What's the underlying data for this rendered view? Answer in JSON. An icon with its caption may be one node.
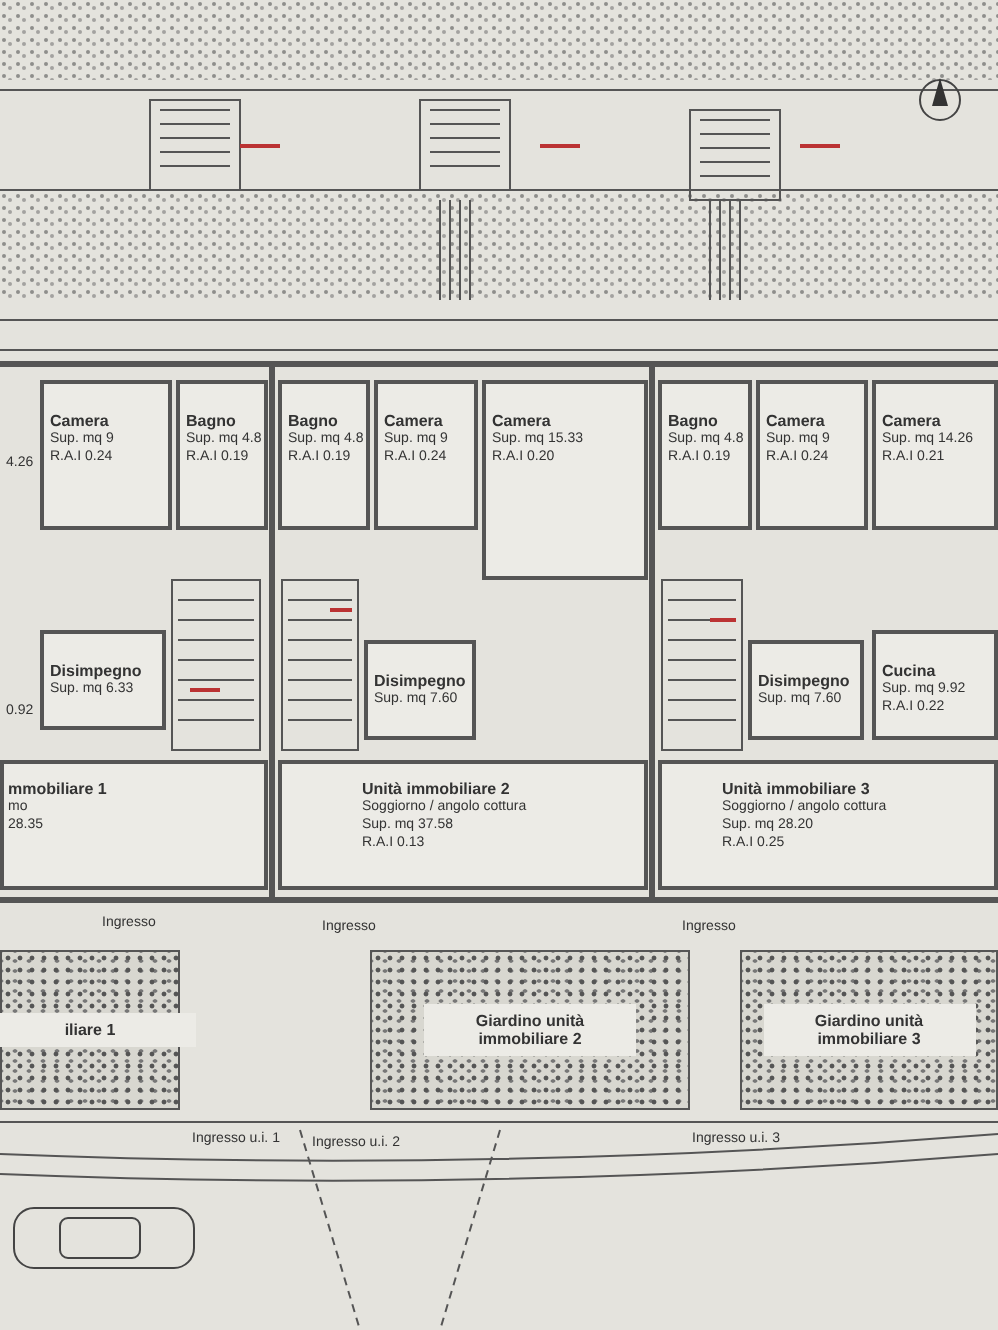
{
  "diagram": {
    "nodes": [
      {
        "text": [
          "Camera",
          "Sup. mq 9",
          "R.A.I 0.24"
        ]
      },
      {
        "text": [
          "Bagno",
          "Sup. mq 4.8",
          "R.A.I 0.19"
        ]
      },
      {
        "text": [
          "Bagno",
          "Sup. mq 4.8",
          "R.A.I 0.19"
        ]
      },
      {
        "text": [
          "Camera",
          "Sup. mq 9",
          "R.A.I 0.24"
        ]
      },
      {
        "text": [
          "Camera",
          "Sup. mq 15.33",
          "R.A.I 0.20"
        ]
      },
      {
        "text": [
          "Bagno",
          "Sup. mq 4.8",
          "R.A.I 0.19"
        ]
      },
      {
        "text": [
          "Camera",
          "Sup. mq 9",
          "R.A.I 0.24"
        ]
      },
      {
        "text": [
          "Camera",
          "Sup. mq 14.26",
          "R.A.I 0.21"
        ]
      },
      {
        "text": [
          "Disimpegno",
          "Sup. mq 6.33"
        ]
      },
      {
        "text": [
          "Disimpegno",
          "Sup. mq 7.60"
        ]
      },
      {
        "text": [
          "Disimpegno",
          "Sup. mq 7.60"
        ]
      },
      {
        "text": [
          "Cucina",
          "Sup. mq 9.92",
          "R.A.I 0.22"
        ]
      },
      {
        "text": [
          "mmobiliare 1",
          "mo",
          "28.35"
        ]
      },
      {
        "text": [
          "Unità immobiliare 2",
          "Soggiorno / angolo cottura",
          "Sup. mq 37.58",
          "R.A.I 0.13"
        ]
      },
      {
        "text": [
          "Unità immobiliare 3",
          "Soggiorno / angolo cottura",
          "Sup. mq 28.20",
          "R.A.I 0.25"
        ]
      },
      {
        "text": [
          "iliare 1"
        ]
      },
      {
        "text": [
          "Giardino unità immobiliare 2"
        ]
      },
      {
        "text": [
          "Giardino unità immobiliare 3"
        ]
      }
    ],
    "labels": [
      "4.26",
      "0.92",
      "Ingresso",
      "Ingresso",
      "Ingresso",
      "Ingresso u.i. 1",
      "Ingresso u.i. 2",
      "Ingresso u.i. 3"
    ]
  }
}
